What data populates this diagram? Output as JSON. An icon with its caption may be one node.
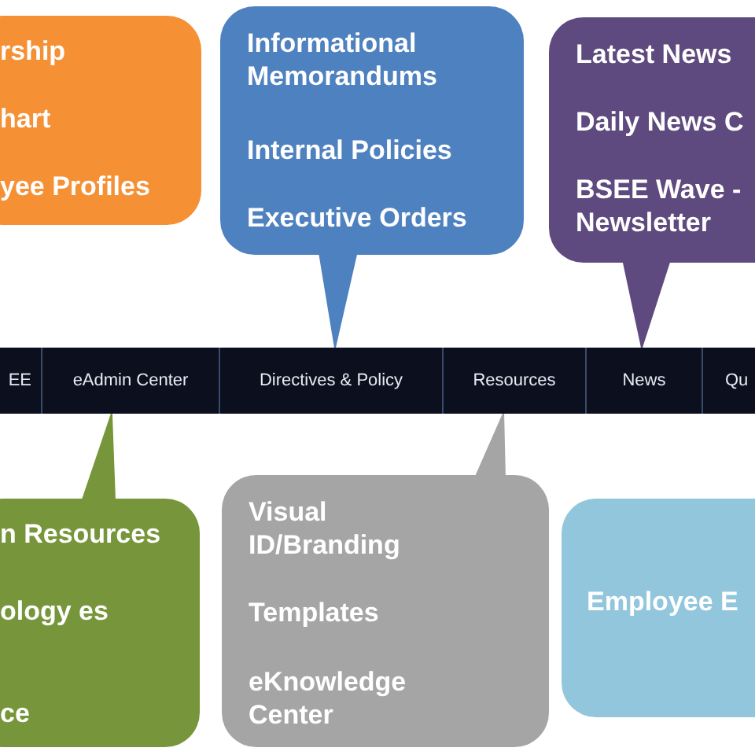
{
  "diagram": {
    "nodes": [
      {
        "text": [
          "rship",
          "hart",
          "yee Profiles"
        ]
      },
      {
        "text": [
          "Informational Memorandums",
          "Internal Policies",
          "Executive Orders"
        ]
      },
      {
        "text": [
          "Latest News",
          "Daily News C",
          "BSEE Wave - Newsletter"
        ]
      },
      {
        "text": [
          "EE"
        ]
      },
      {
        "text": [
          "eAdmin Center"
        ]
      },
      {
        "text": [
          "Directives & Policy"
        ]
      },
      {
        "text": [
          "Resources"
        ]
      },
      {
        "text": [
          "News"
        ]
      },
      {
        "text": [
          "Qu"
        ]
      },
      {
        "text": [
          "n Resources",
          "ology es",
          "ce"
        ]
      },
      {
        "text": [
          "Visual ID/Branding",
          "Templates",
          "eKnowledge Center"
        ]
      },
      {
        "text": [
          "Employee E"
        ]
      }
    ],
    "edges": [
      {
        "from": 1,
        "to": 5,
        "arrow": "to"
      },
      {
        "from": 2,
        "to": 7,
        "arrow": "to"
      },
      {
        "from": 9,
        "to": 4,
        "arrow": "to"
      },
      {
        "from": 10,
        "to": 6,
        "arrow": "to"
      }
    ]
  }
}
